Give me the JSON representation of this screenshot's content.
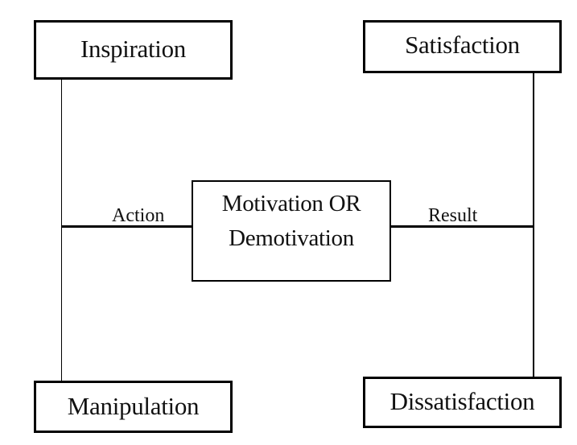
{
  "diagram": {
    "nodes": {
      "inspiration": {
        "label": "Inspiration"
      },
      "satisfaction": {
        "label": "Satisfaction"
      },
      "manipulation": {
        "label": "Manipulation"
      },
      "dissatisfaction": {
        "label": "Dissatisfaction"
      },
      "center": {
        "line1": "Motivation OR",
        "line2": "Demotivation"
      }
    },
    "edges": {
      "action": {
        "label": "Action",
        "from": "Inspiration / Manipulation",
        "to": "Motivation OR Demotivation"
      },
      "result": {
        "label": "Result",
        "from": "Motivation OR Demotivation",
        "to": "Satisfaction / Dissatisfaction"
      }
    },
    "colors": {
      "stroke": "#000000",
      "background": "#ffffff",
      "text": "#111111"
    }
  }
}
